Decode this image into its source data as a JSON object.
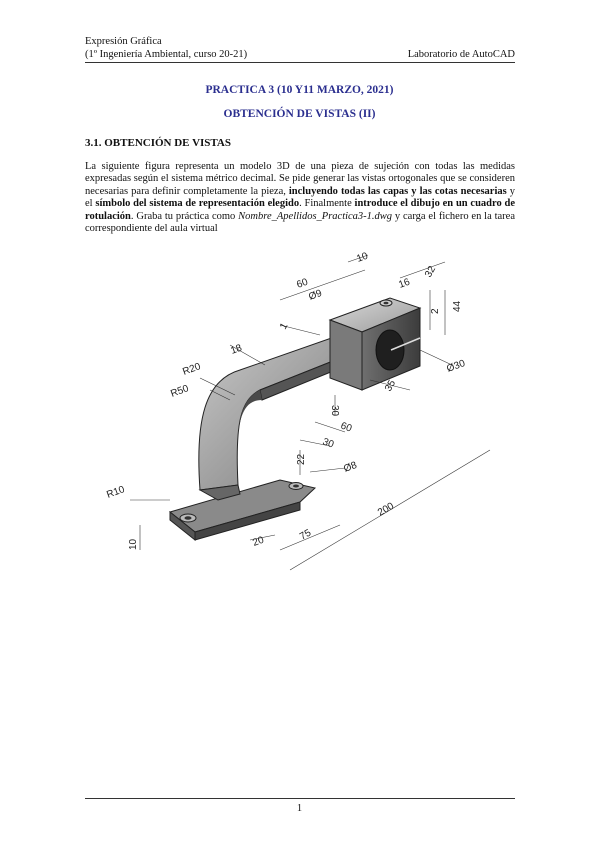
{
  "header": {
    "subject": "Expresión Gráfica",
    "course": "(1º Ingeniería Ambiental, curso 20-21)",
    "lab": "Laboratorio de AutoCAD"
  },
  "title": {
    "practice": "PRACTICA 3 (10 Y11 MARZO, 2021)",
    "subtitle": "OBTENCIÓN DE VISTAS (II)"
  },
  "section": {
    "heading": "3.1. OBTENCIÓN DE VISTAS"
  },
  "paragraph": {
    "p1": "La siguiente figura representa un modelo 3D de una pieza de sujeción con todas las medidas expresadas según el sistema métrico decimal. Se pide generar las vistas ortogonales que se consideren necesarias para definir completamente la pieza, ",
    "b1": "incluyendo todas las capas y las cotas necesarias",
    "p2": " y el ",
    "b2": "símbolo del sistema de representación elegido",
    "p3": ". Finalmente ",
    "b3": "introduce el dibujo en un cuadro de rotulación",
    "p4": ". Graba tu práctica como ",
    "i1": "Nombre_Apellidos_Practica3-1.dwg",
    "p5": " y carga el fichero en la tarea correspondiente del aula virtual"
  },
  "figure": {
    "dims": [
      "10",
      "60",
      "32",
      "16",
      "Ø9",
      "2",
      "44",
      "1",
      "18",
      "R20",
      "R50",
      "Ø30",
      "35",
      "30",
      "60",
      "30",
      "22",
      "Ø8",
      "R10",
      "200",
      "10",
      "20",
      "75"
    ]
  },
  "footer": {
    "page": "1"
  }
}
